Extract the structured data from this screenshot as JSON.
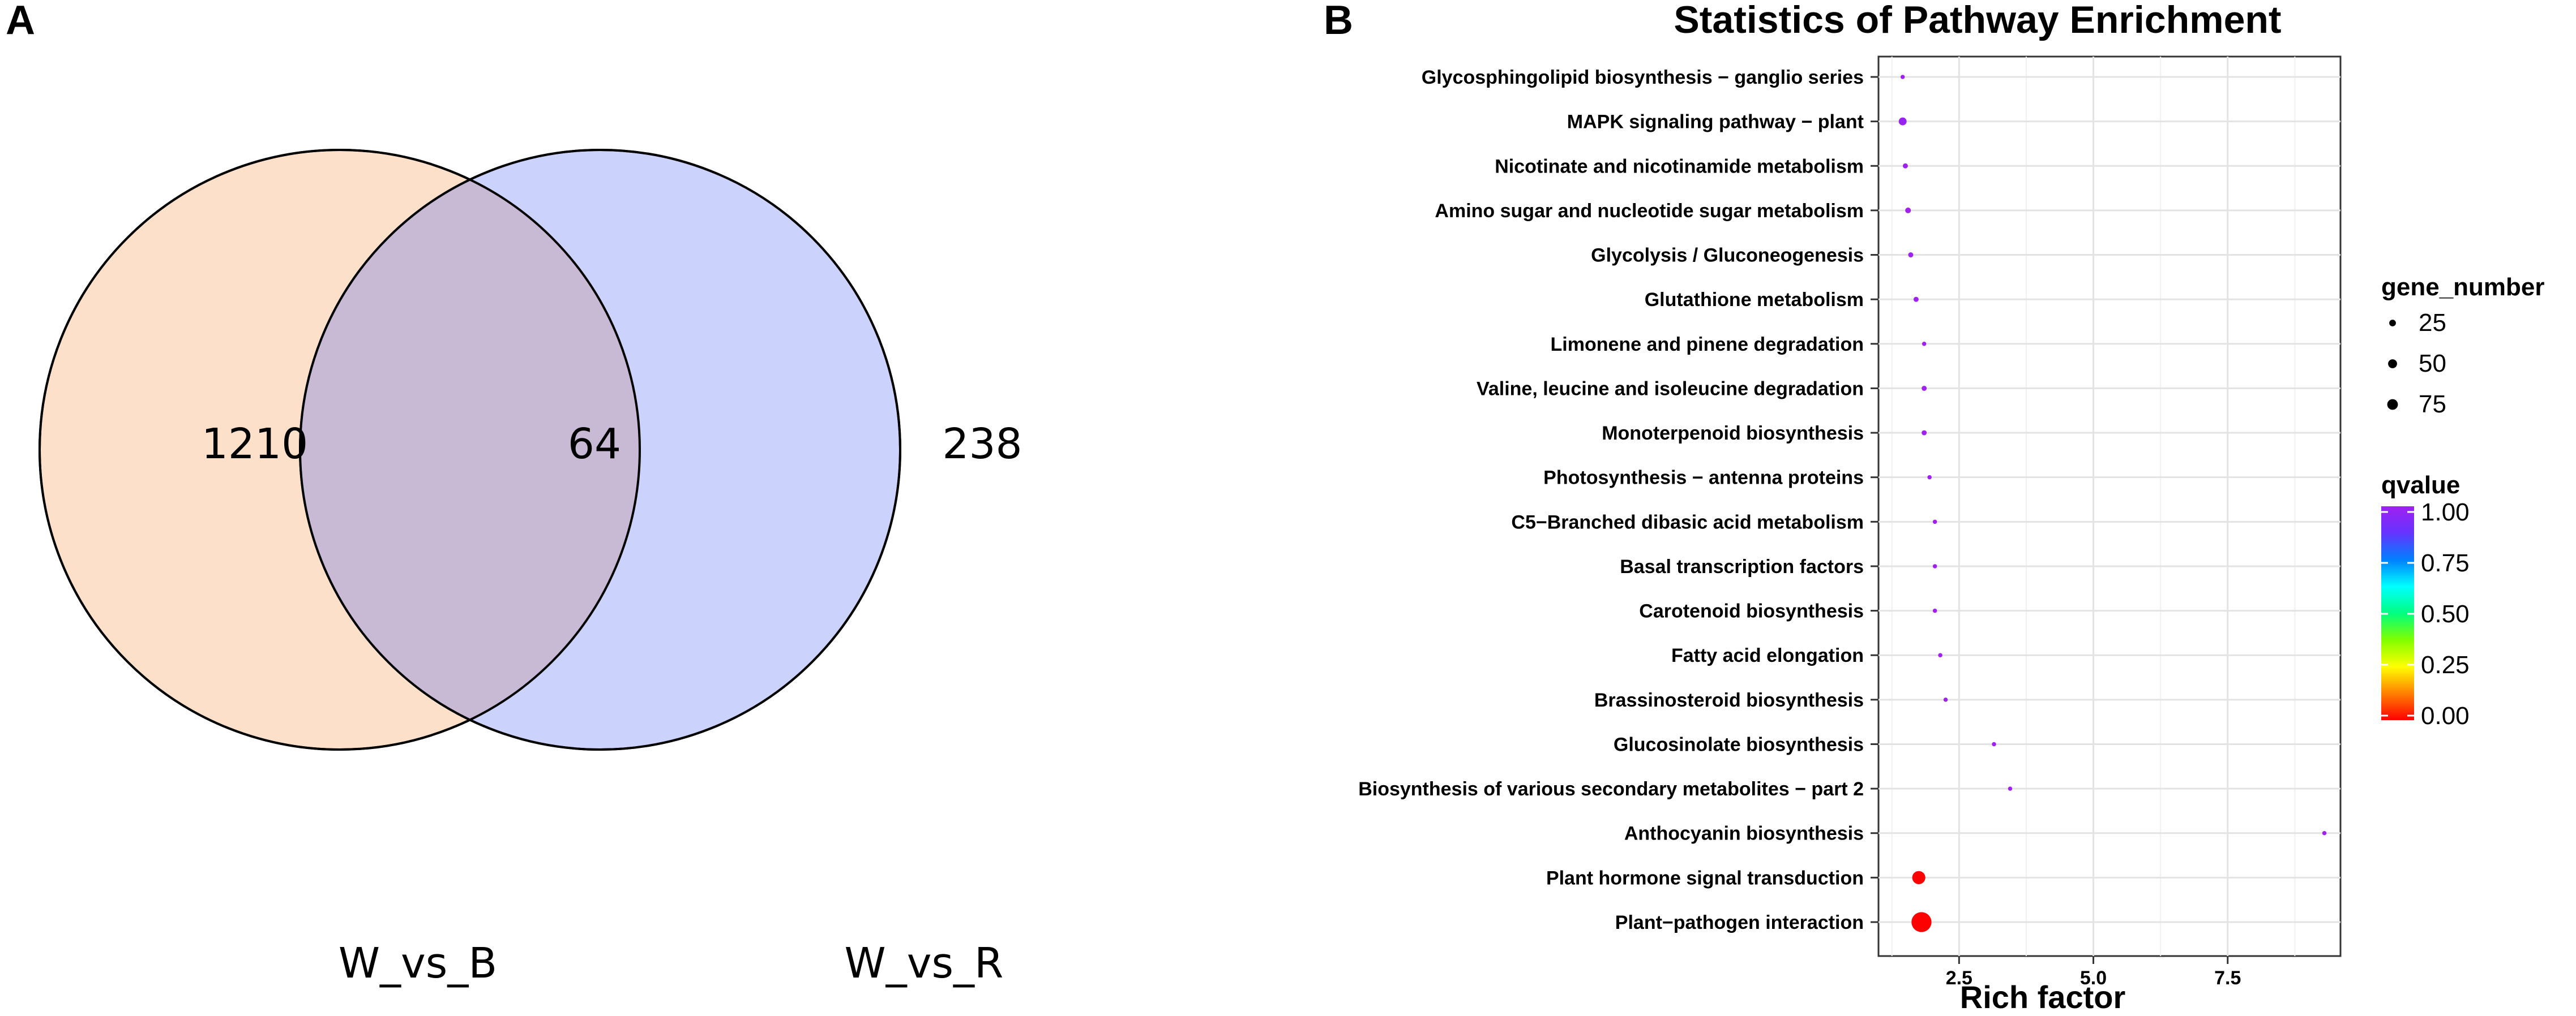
{
  "panel_a": {
    "letter": "A",
    "set_left_label": "W_vs_B",
    "set_right_label": "W_vs_R",
    "colors": {
      "left": "#fde0ca",
      "right": "#cbd2fb",
      "overlap": "#c8b9d5",
      "outline": "#000000"
    }
  },
  "panel_b": {
    "letter": "B",
    "colorbar_colors": [
      "#ff0000",
      "#ff8000",
      "#ffff00",
      "#80ff00",
      "#00ff80",
      "#00ffff",
      "#0080ff",
      "#6633ff",
      "#a020f0"
    ]
  },
  "chart_data": [
    {
      "type": "venn",
      "sets": [
        {
          "name": "W_vs_B",
          "unique": 1210
        },
        {
          "name": "W_vs_R",
          "unique": 238
        }
      ],
      "intersection": 64
    },
    {
      "type": "scatter",
      "title": "Statistics of Pathway Enrichment",
      "xlabel": "Rich factor",
      "ylabel": "",
      "xlim": [
        1.0,
        9.6
      ],
      "xticks": [
        2.5,
        5.0,
        7.5
      ],
      "xtick_labels": [
        "2.5",
        "5.0",
        "7.5"
      ],
      "grid": true,
      "categories": [
        "Glycosphingolipid biosynthesis − ganglio series",
        "MAPK signaling pathway − plant",
        "Nicotinate and nicotinamide metabolism",
        "Amino sugar and nucleotide sugar metabolism",
        "Glycolysis / Gluconeogenesis",
        "Glutathione metabolism",
        "Limonene and pinene degradation",
        "Valine, leucine and isoleucine degradation",
        "Monoterpenoid biosynthesis",
        "Photosynthesis − antenna proteins",
        "C5−Branched dibasic acid metabolism",
        "Basal transcription factors",
        "Carotenoid biosynthesis",
        "Fatty acid elongation",
        "Brassinosteroid biosynthesis",
        "Glucosinolate biosynthesis",
        "Biosynthesis of various secondary metabolites − part 2",
        "Anthocyanin biosynthesis",
        "Plant hormone signal transduction",
        "Plant−pathogen interaction"
      ],
      "points": [
        {
          "rich_factor": 1.45,
          "gene_number": 1,
          "qvalue": 1.0
        },
        {
          "rich_factor": 1.45,
          "gene_number": 8,
          "qvalue": 0.98
        },
        {
          "rich_factor": 1.5,
          "gene_number": 2,
          "qvalue": 1.0
        },
        {
          "rich_factor": 1.55,
          "gene_number": 3,
          "qvalue": 1.0
        },
        {
          "rich_factor": 1.6,
          "gene_number": 2,
          "qvalue": 1.0
        },
        {
          "rich_factor": 1.7,
          "gene_number": 2,
          "qvalue": 1.0
        },
        {
          "rich_factor": 1.85,
          "gene_number": 1,
          "qvalue": 1.0
        },
        {
          "rich_factor": 1.85,
          "gene_number": 2,
          "qvalue": 1.0
        },
        {
          "rich_factor": 1.85,
          "gene_number": 2,
          "qvalue": 1.0
        },
        {
          "rich_factor": 1.95,
          "gene_number": 1,
          "qvalue": 1.0
        },
        {
          "rich_factor": 2.05,
          "gene_number": 1,
          "qvalue": 1.0
        },
        {
          "rich_factor": 2.05,
          "gene_number": 1,
          "qvalue": 1.0
        },
        {
          "rich_factor": 2.05,
          "gene_number": 1,
          "qvalue": 1.0
        },
        {
          "rich_factor": 2.15,
          "gene_number": 1,
          "qvalue": 1.0
        },
        {
          "rich_factor": 2.25,
          "gene_number": 1,
          "qvalue": 1.0
        },
        {
          "rich_factor": 3.15,
          "gene_number": 1,
          "qvalue": 1.0
        },
        {
          "rich_factor": 3.45,
          "gene_number": 1,
          "qvalue": 1.0
        },
        {
          "rich_factor": 9.3,
          "gene_number": 1,
          "qvalue": 1.0
        },
        {
          "rich_factor": 1.75,
          "gene_number": 30,
          "qvalue": 0.0
        },
        {
          "rich_factor": 1.8,
          "gene_number": 80,
          "qvalue": 0.0
        }
      ],
      "size_legend": {
        "title": "gene_number",
        "values": [
          25,
          50,
          75
        ],
        "labels": [
          "25",
          "50",
          "75"
        ]
      },
      "color_legend": {
        "title": "qvalue",
        "range": [
          0.0,
          1.0
        ],
        "labels": [
          "1.00",
          "0.75",
          "0.50",
          "0.25",
          "0.00"
        ]
      }
    }
  ]
}
